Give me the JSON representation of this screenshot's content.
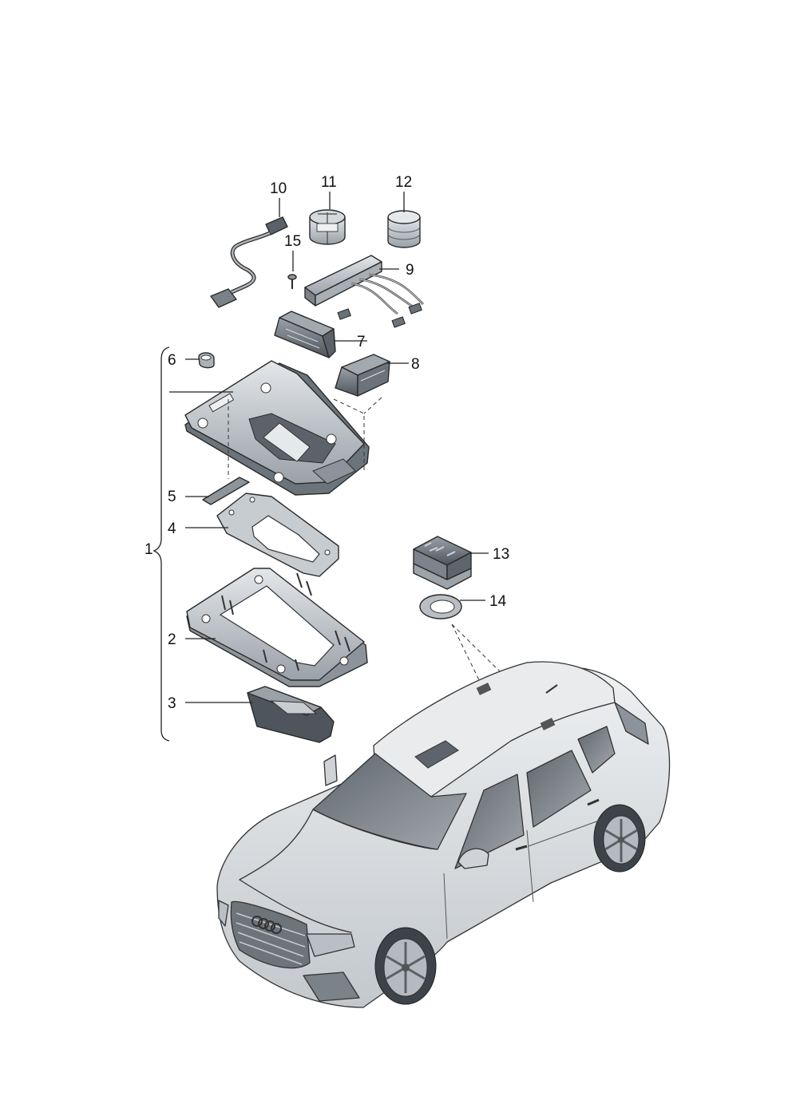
{
  "callouts": {
    "c1": "1",
    "c2": "2",
    "c3": "3",
    "c4": "4",
    "c5": "5",
    "c6": "6",
    "c7": "7",
    "c8": "8",
    "c9": "9",
    "c10": "10",
    "c11": "11",
    "c12": "12",
    "c13": "13",
    "c14": "14",
    "c15": "15"
  },
  "colors": {
    "line": "#222222",
    "part_fill": "#c9ced3",
    "part_dark": "#6e757c",
    "car_body": "#d6d9dc",
    "glass": "#7c8288"
  }
}
